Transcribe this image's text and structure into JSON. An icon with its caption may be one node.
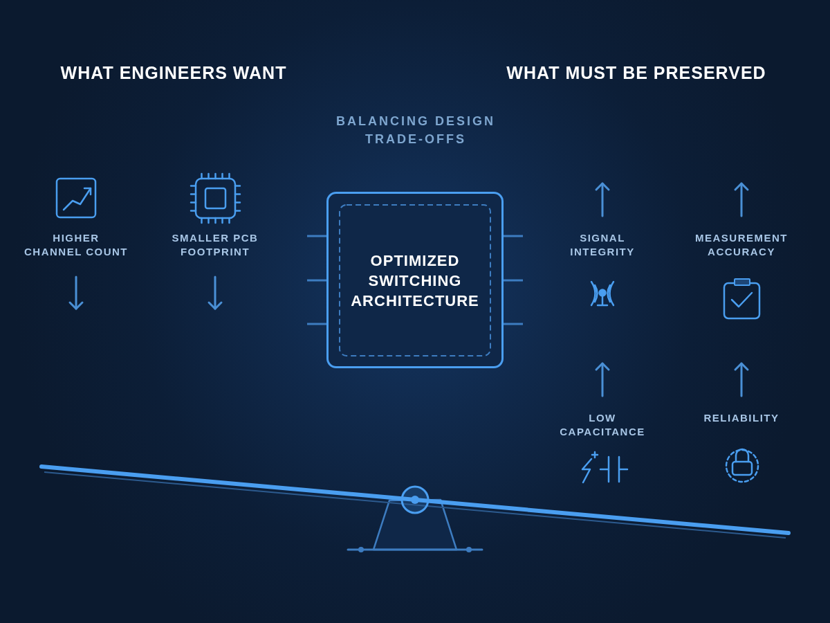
{
  "diagram": {
    "nodes": [
      {
        "text": [
          "OPTIMIZED SWITCHING ARCHITECTURE"
        ]
      }
    ],
    "labels": [
      "WHAT ENGINEERS WANT",
      "WHAT MUST BE PRESERVED",
      "BALANCING DESIGN TRADE-OFFS",
      "HIGHER CHANNEL COUNT",
      "SMALLER PCB FOOTPRINT",
      "SIGNAL INTEGRITY",
      "MEASUREMENT ACCURACY",
      "LOW CAPACITANCE",
      "RELIABILITY"
    ]
  }
}
